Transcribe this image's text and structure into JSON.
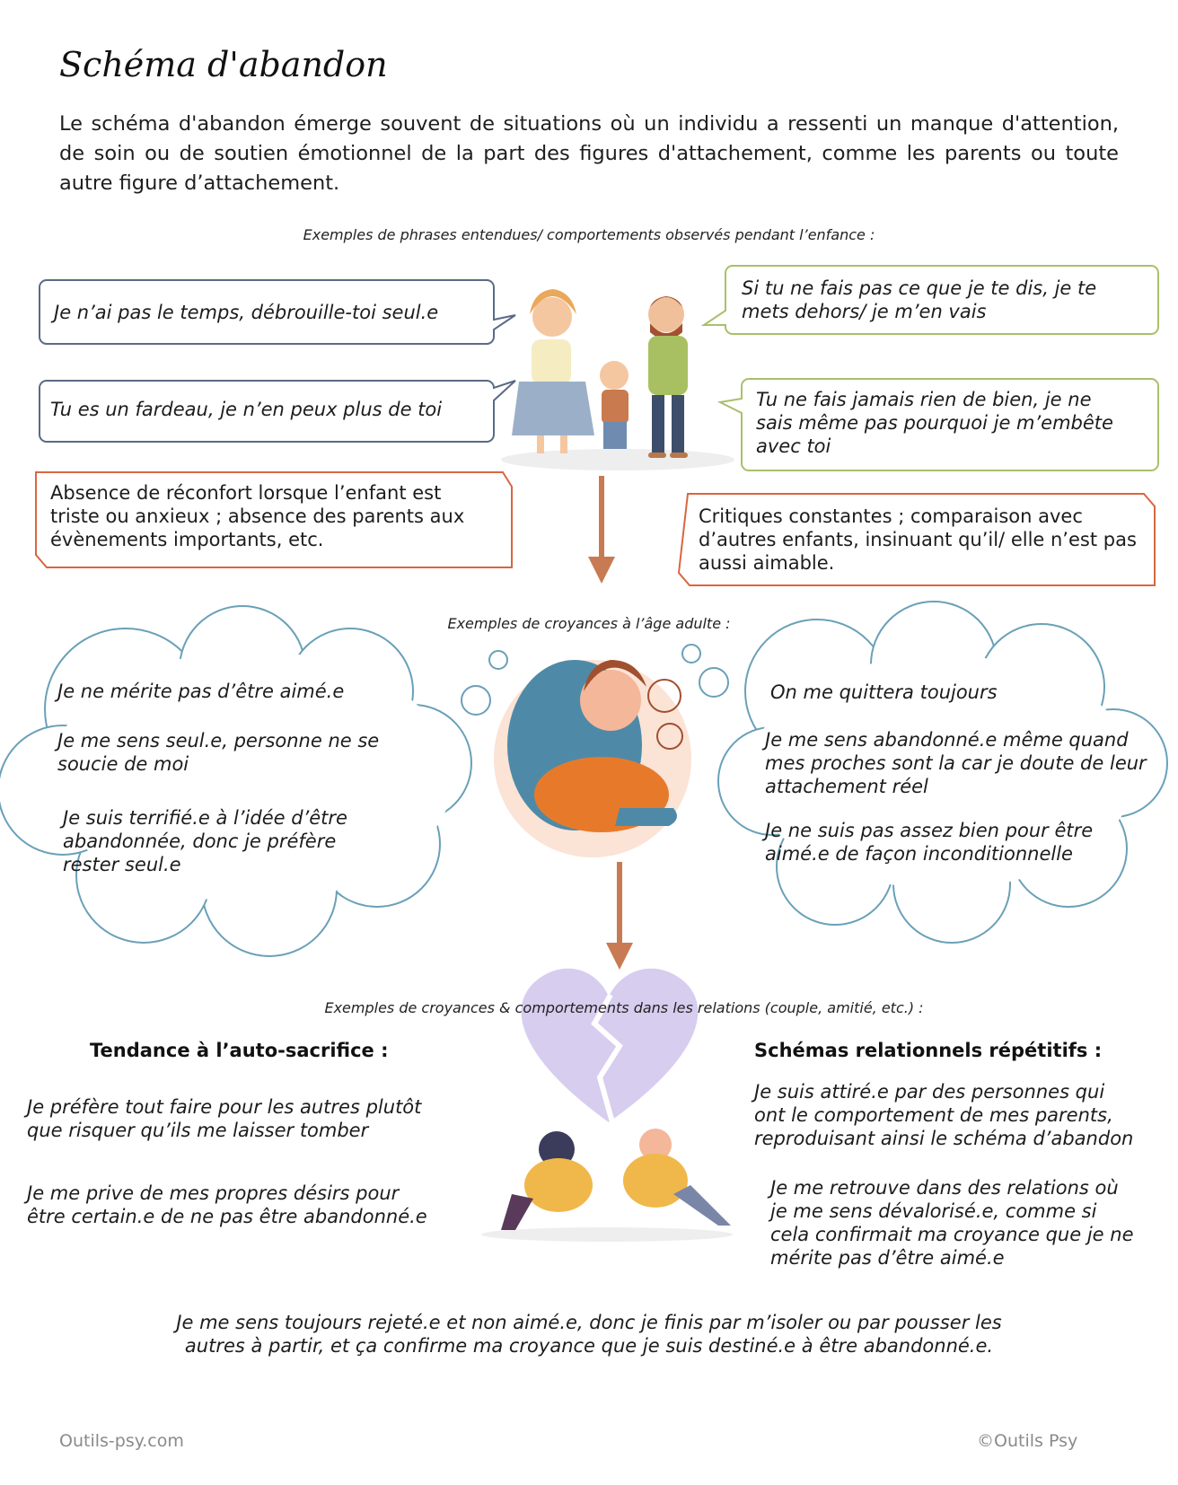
{
  "title": "Schéma d'abandon",
  "intro": "Le schéma d'abandon émerge souvent de situations où un individu a ressenti un manque d'attention, de soin ou de soutien émotionnel de la part des figures d'attachement, comme les parents ou toute autre figure d’attachement.",
  "section1": {
    "caption": "Exemples de phrases entendues/ comportements observés pendant l’enfance :",
    "bubble_left_1": "Je n’ai pas le temps, débrouille-toi seul.e",
    "bubble_left_2": "Tu es un fardeau, je n’en peux plus de toi",
    "bubble_right_1": [
      "Si tu ne fais pas ce que je te dis, je te",
      "mets dehors/ je m’en vais"
    ],
    "bubble_right_2": [
      "Tu ne fais jamais rien de bien, je ne",
      "sais même pas pourquoi je m’embête",
      "avec toi"
    ],
    "box_left": [
      "Absence de réconfort lorsque l’enfant est",
      "triste ou anxieux ; absence des parents aux",
      "évènements importants, etc."
    ],
    "box_right": [
      "Critiques constantes ; comparaison avec",
      "d’autres enfants, insinuant qu’il/ elle n’est pas",
      "aussi aimable."
    ]
  },
  "section2": {
    "caption": "Exemples de croyances à l’âge adulte :",
    "left_cloud": {
      "line1": "Je ne mérite pas d’être aimé.e",
      "line2": [
        "Je me sens seul.e, personne ne se",
        "soucie de moi"
      ],
      "line3": [
        "Je suis terrifié.e à l’idée d’être",
        "abandonnée, donc je préfère",
        "rester seul.e"
      ]
    },
    "right_cloud": {
      "line1": "On me quittera toujours",
      "line2": [
        "Je me sens abandonné.e même quand",
        "mes proches sont la car je doute de leur",
        "attachement réel"
      ],
      "line3": [
        "Je ne suis pas assez bien pour être",
        "aimé.e de façon inconditionnelle"
      ]
    }
  },
  "section3": {
    "caption": "Exemples de croyances & comportements dans les relations (couple, amitié, etc.) :",
    "left_heading": "Tendance à l’auto-sacrifice :",
    "left_p1": [
      "Je préfère tout faire pour les autres plutôt",
      "que risquer qu’ils me laisser tomber"
    ],
    "left_p2": [
      "Je me prive de mes propres désirs pour",
      "être certain.e de ne pas être abandonné.e"
    ],
    "right_heading": "Schémas relationnels répétitifs :",
    "right_p1": [
      "Je suis attiré.e par des personnes qui",
      "ont le comportement de mes parents,",
      "reproduisant ainsi le schéma d’abandon"
    ],
    "right_p2": [
      "Je me retrouve dans des relations où",
      "je me sens dévalorisé.e, comme si",
      "cela confirmait ma croyance que je ne",
      "mérite pas d’être aimé.e"
    ],
    "conclusion": [
      "Je me sens toujours rejeté.e et non aimé.e, donc je finis par m’isoler ou par pousser les",
      "autres à partir, et ça confirme ma croyance que je suis destiné.e à être abandonné.e."
    ]
  },
  "footer": {
    "left": "Outils-psy.com",
    "right": "©Outils Psy"
  },
  "colors": {
    "blue_border": "#5a6a86",
    "green_border": "#a8c06a",
    "orange_border": "#d9663f",
    "cloud_border": "#6aa0b8",
    "arrow": "#c87a52"
  }
}
